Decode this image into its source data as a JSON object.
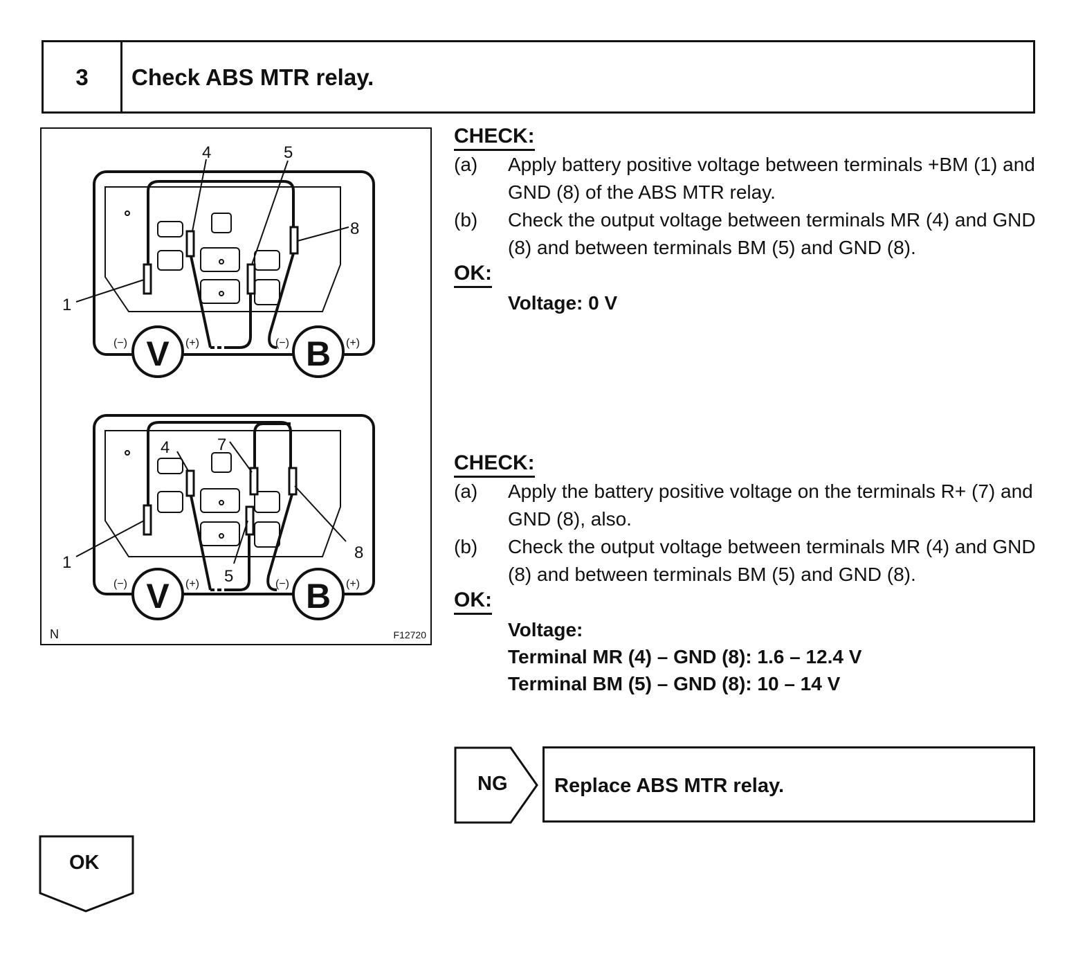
{
  "step": {
    "number": "3",
    "title": "Check ABS MTR relay."
  },
  "figure": {
    "top_diagram": {
      "terminal_labels": [
        "4",
        "5",
        "8",
        "1"
      ],
      "meters": [
        "V",
        "B"
      ],
      "polarity": {
        "neg": "(−)",
        "pos": "(+)"
      }
    },
    "bottom_diagram": {
      "terminal_labels": [
        "4",
        "7",
        "1",
        "5",
        "8"
      ],
      "meters": [
        "V",
        "B"
      ],
      "polarity": {
        "neg": "(−)",
        "pos": "(+)"
      }
    },
    "corner_left": "N",
    "figure_id": "F12720"
  },
  "check1": {
    "heading": "CHECK:",
    "items": [
      {
        "letter": "(a)",
        "text": "Apply battery positive voltage between terminals +BM (1) and GND (8) of the ABS MTR relay."
      },
      {
        "letter": "(b)",
        "text": "Check the output voltage between terminals MR (4) and GND (8) and between terminals BM (5) and GND (8)."
      }
    ],
    "ok_heading": "OK:",
    "result": "Voltage: 0 V"
  },
  "check2": {
    "heading": "CHECK:",
    "items": [
      {
        "letter": "(a)",
        "text": "Apply the battery positive voltage on the terminals R+ (7) and GND (8), also."
      },
      {
        "letter": "(b)",
        "text": "Check the output voltage between terminals MR (4) and GND (8) and between terminals BM (5) and GND (8)."
      }
    ],
    "ok_heading": "OK:",
    "result_lines": [
      "Voltage:",
      "Terminal MR (4) – GND (8): 1.6 – 12.4 V",
      "Terminal BM (5) – GND (8): 10 – 14 V"
    ]
  },
  "ng": {
    "label": "NG",
    "action": "Replace ABS MTR relay."
  },
  "ok": {
    "label": "OK"
  }
}
